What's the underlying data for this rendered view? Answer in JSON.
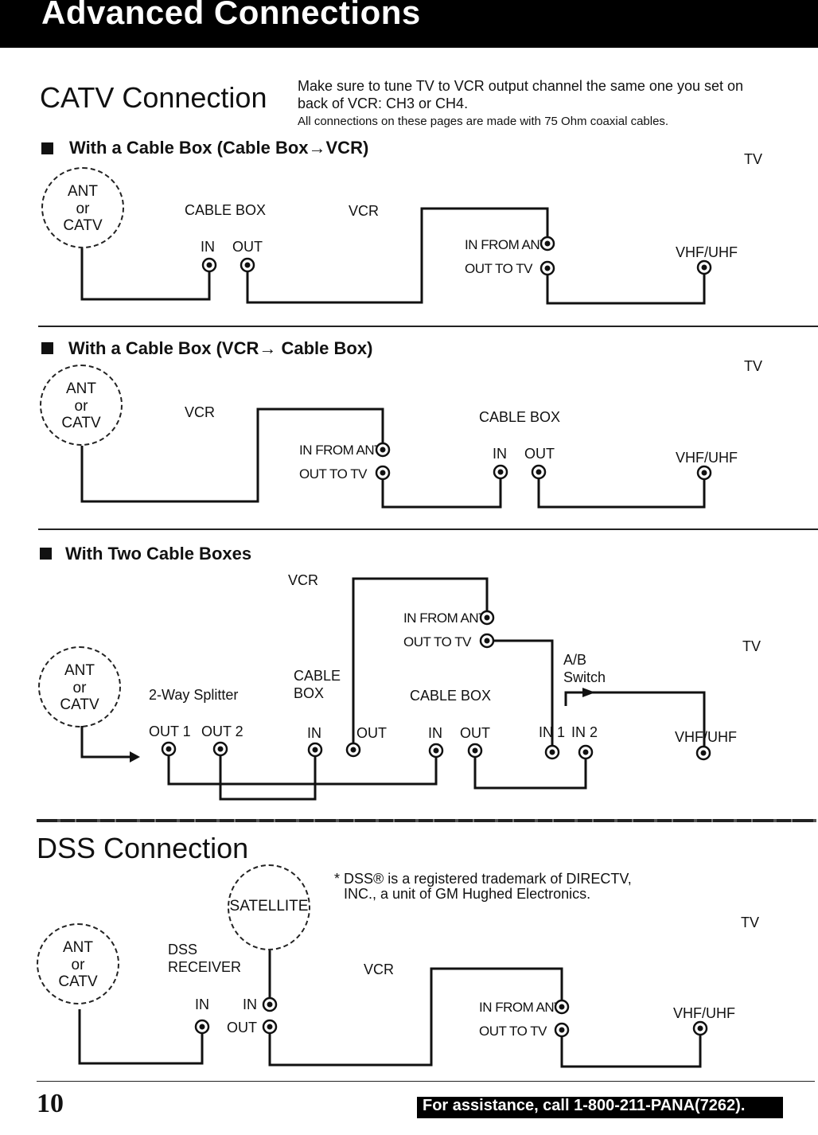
{
  "header": {
    "title": "Advanced Connections"
  },
  "catv": {
    "title": "CATV Connection",
    "note1": "Make sure to tune TV to VCR output channel the same one you set on",
    "note2": "back of VCR: CH3 or CH4.",
    "note3": "All connections on these pages are made with 75 Ohm coaxial cables."
  },
  "labels": {
    "ant": "ANT",
    "or": "or",
    "catv": "CATV",
    "tv": "TV",
    "vcr": "VCR",
    "cable_box": "CABLE BOX",
    "in": "IN",
    "out": "OUT",
    "vhf_uhf": "VHF/UHF",
    "in_from_ant": "IN FROM ANT.",
    "out_to_tv": "OUT TO TV",
    "cable": "CABLE",
    "box": "BOX",
    "splitter": "2-Way Splitter",
    "out1": "OUT 1",
    "out2": "OUT 2",
    "ab": "A/B",
    "switch": "Switch",
    "in1": "IN 1",
    "in2": "IN 2",
    "satellite": "SATELLITE",
    "dss": "DSS",
    "receiver": "RECEIVER"
  },
  "sections": {
    "s1": "With a Cable Box (Cable Box→VCR)",
    "s2": "With a Cable Box (VCR→ Cable Box)",
    "s3": "With Two Cable Boxes"
  },
  "dss": {
    "title": "DSS Connection",
    "trademark1": "* DSS® is a registered trademark of DIRECTV,",
    "trademark2": "INC., a unit of GM Hughed Electronics."
  },
  "footer": {
    "page_number": "10",
    "assistance": "For assistance, call 1-800-211-PANA(7262)."
  }
}
